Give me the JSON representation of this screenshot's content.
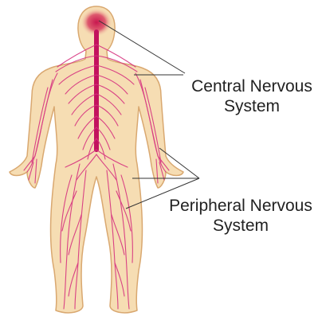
{
  "labels": {
    "cns": {
      "line1": "Central Nervous",
      "line2": "System"
    },
    "pns": {
      "line1": "Peripheral Nervous",
      "line2": "System"
    }
  },
  "colors": {
    "skin_fill": "#F6DDB3",
    "skin_outline": "#D9A870",
    "nerve": "#D6327F",
    "spine": "#C2125E",
    "brain_core": "#C8174F",
    "leader_line": "#333333",
    "background": "#FFFFFF"
  }
}
